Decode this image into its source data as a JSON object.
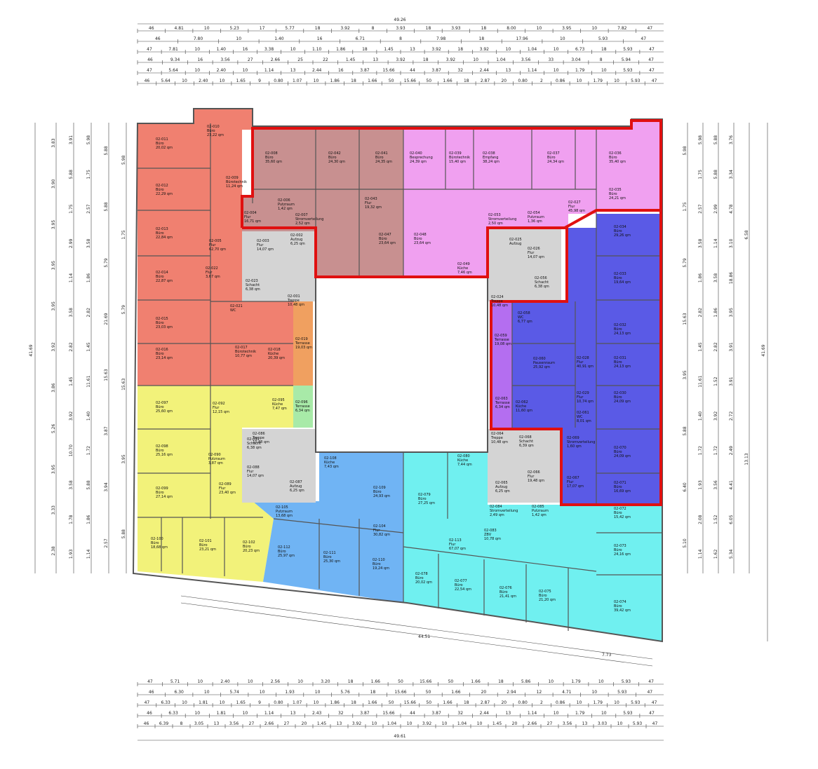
{
  "colors": {
    "salmon": "#f08070",
    "rosebrown": "#c89090",
    "pink": "#f0a0f0",
    "blue": "#5a5ae6",
    "yellow": "#f2f27a",
    "lightblue": "#70b4f4",
    "cyan": "#70f0f0",
    "orange": "#f0a060",
    "green": "#a8eaa8",
    "purple": "#b46ef0",
    "grey": "#d4d4d4",
    "outline": "#e01010"
  },
  "dims": {
    "overall_top": "49.26",
    "overall_bottom": "49.61",
    "overall_left": "41.69",
    "overall_right": "41.69",
    "bottom_diag_1": "44.51",
    "bottom_diag_2": "7.73",
    "top_rows": [
      [
        "46",
        "4.81",
        "10",
        "5.23",
        "17",
        "5.77",
        "18",
        "3.92",
        "8",
        "3.93",
        "18",
        "3.93",
        "18",
        "8.00",
        "10",
        "3.95",
        "10",
        "7.82",
        "47"
      ],
      [
        "46",
        "7.80",
        "10",
        "1.40",
        "16",
        "6.71",
        "8",
        "7.98",
        "18",
        "17.96",
        "10",
        "5.93",
        "47"
      ],
      [
        "47",
        "7.81",
        "10",
        "1.40",
        "16",
        "3.38",
        "10",
        "1.10",
        "1.86",
        "18",
        "1.45",
        "13",
        "3.92",
        "18",
        "3.92",
        "10",
        "1.04",
        "10",
        "6.73",
        "18",
        "5.93",
        "47"
      ],
      [
        "46",
        "9.34",
        "16",
        "3.56",
        "27",
        "2.66",
        "25",
        "22",
        "1.45",
        "13",
        "3.92",
        "18",
        "3.92",
        "10",
        "1.04",
        "3.56",
        "33",
        "3.04",
        "8",
        "5.94",
        "47"
      ],
      [
        "47",
        "5.64",
        "10",
        "2.40",
        "10",
        "1.14",
        "13",
        "2.44",
        "16",
        "3.87",
        "15.66",
        "44",
        "3.87",
        "32",
        "2.44",
        "13",
        "1.14",
        "10",
        "1.79",
        "10",
        "5.93",
        "47"
      ],
      [
        "46",
        "5.64",
        "10",
        "2.40",
        "10",
        "1.65",
        "9",
        "0.80",
        "1.07",
        "10",
        "1.86",
        "18",
        "1.66",
        "50",
        "15.66",
        "50",
        "1.66",
        "18",
        "2.87",
        "20",
        "0.80",
        "2",
        "0.86",
        "10",
        "1.79",
        "10",
        "5.93",
        "47"
      ]
    ],
    "bottom_rows": [
      [
        "47",
        "5.71",
        "10",
        "2.40",
        "10",
        "2.56",
        "10",
        "3.20",
        "18",
        "1.66",
        "50",
        "15.66",
        "50",
        "1.66",
        "18",
        "5.86",
        "10",
        "1.79",
        "10",
        "5.93",
        "47"
      ],
      [
        "46",
        "6.30",
        "10",
        "5.74",
        "10",
        "1.93",
        "10",
        "5.76",
        "18",
        "15.66",
        "50",
        "1.66",
        "20",
        "2.94",
        "12",
        "4.71",
        "10",
        "5.93",
        "47"
      ],
      [
        "47",
        "6.33",
        "10",
        "1.81",
        "10",
        "1.65",
        "9",
        "0.80",
        "1.07",
        "10",
        "1.86",
        "18",
        "1.66",
        "50",
        "15.66",
        "50",
        "1.66",
        "18",
        "2.87",
        "20",
        "0.80",
        "2",
        "0.86",
        "10",
        "1.79",
        "10",
        "5.93",
        "47"
      ],
      [
        "46",
        "6.33",
        "10",
        "1.81",
        "10",
        "1.14",
        "13",
        "2.43",
        "32",
        "3.87",
        "15.66",
        "44",
        "3.87",
        "32",
        "2.44",
        "13",
        "1.14",
        "10",
        "1.79",
        "10",
        "5.93",
        "47"
      ],
      [
        "46",
        "6.39",
        "8",
        "3.05",
        "13",
        "3.56",
        "27",
        "2.66",
        "27",
        "20",
        "1.45",
        "13",
        "3.92",
        "10",
        "1.04",
        "10",
        "3.92",
        "10",
        "1.04",
        "10",
        "1.45",
        "20",
        "2.66",
        "27",
        "3.56",
        "13",
        "3.03",
        "10",
        "5.93",
        "47"
      ]
    ],
    "left_cols": [
      [
        "3.83",
        "3.90",
        "3.95",
        "3.95",
        "3.95",
        "3.92",
        "3.86",
        "5.26",
        "3.95",
        "3.33",
        "2.38"
      ],
      [
        "3.91",
        "5.88",
        "1.75",
        "2.99",
        "1.14",
        "3.58",
        "2.82",
        "1.45",
        "3.92",
        "10.70",
        "3.58",
        "1.78",
        "1.93"
      ],
      [
        "5.98",
        "1.75",
        "2.57",
        "3.58",
        "1.86",
        "2.82",
        "1.45",
        "11.61",
        "1.40",
        "1.72",
        "5.88",
        "1.86",
        "1.14"
      ],
      [
        "5.88",
        "5.88",
        "5.79",
        "21.69",
        "15.63",
        "3.87",
        "3.94",
        "2.57"
      ],
      [
        "5.98",
        "1.75",
        "5.79",
        "15.63",
        "3.95",
        "5.88"
      ]
    ],
    "right_cols": [
      [
        "5.98",
        "1.75",
        "5.79",
        "15.63",
        "3.95",
        "5.88",
        "6.40",
        "5.10"
      ],
      [
        "5.98",
        "1.75",
        "2.57",
        "3.58",
        "1.86",
        "2.82",
        "1.45",
        "11.61",
        "1.40",
        "1.72",
        "1.93",
        "2.08",
        "1.14"
      ],
      [
        "5.88",
        "5.88",
        "2.99",
        "1.14",
        "3.58",
        "1.86",
        "2.82",
        "1.52",
        "3.92",
        "1.72",
        "3.56",
        "1.52",
        "1.62"
      ],
      [
        "3.76",
        "3.34",
        "4.78",
        "3.10",
        "18.86",
        "3.95",
        "3.91",
        "3.91",
        "2.72",
        "2.49",
        "4.41",
        "6.05",
        "5.34"
      ],
      [
        "6.58",
        "13.13"
      ]
    ]
  },
  "rooms": [
    {
      "id": "02-010",
      "type": "Büro",
      "area": "23,22 qm"
    },
    {
      "id": "02-011",
      "type": "Büro",
      "area": "20,02 qm"
    },
    {
      "id": "02-012",
      "type": "Büro",
      "area": "22,29 qm"
    },
    {
      "id": "02-009",
      "type": "Bürotechnik",
      "area": "11,24 qm"
    },
    {
      "id": "02-013",
      "type": "Büro",
      "area": "22,84 qm"
    },
    {
      "id": "02-005",
      "type": "Flur",
      "area": "62,70 qm"
    },
    {
      "id": "02-014",
      "type": "Büro",
      "area": "22,87 qm"
    },
    {
      "id": "02-022",
      "type": "Flur",
      "area": "3,67 qm"
    },
    {
      "id": "02-015",
      "type": "Büro",
      "area": "23,03 qm"
    },
    {
      "id": "02-016",
      "type": "Büro",
      "area": "23,14 qm"
    },
    {
      "id": "02-017",
      "type": "Bürotechnik",
      "area": "10,77 qm"
    },
    {
      "id": "02-018",
      "type": "Küche",
      "area": "20,39 qm"
    },
    {
      "id": "02-021",
      "type": "WC",
      "area": ""
    },
    {
      "id": "02-004",
      "type": "Flur",
      "area": "16,71 qm"
    },
    {
      "id": "02-006",
      "type": "Putzraum",
      "area": "1,42 qm"
    },
    {
      "id": "02-007",
      "type": "Stromverteilung",
      "area": "2,52 qm"
    },
    {
      "id": "02-008",
      "type": "Büro",
      "area": "35,60 qm"
    },
    {
      "id": "02-042",
      "type": "Büro",
      "area": "24,30 qm"
    },
    {
      "id": "02-041",
      "type": "Büro",
      "area": "24,35 qm"
    },
    {
      "id": "02-043",
      "type": "Flur",
      "area": "19,32 qm"
    },
    {
      "id": "02-047",
      "type": "Büro",
      "area": "23,64 qm"
    },
    {
      "id": "02-040",
      "type": "Besprechung",
      "area": "24,39 qm"
    },
    {
      "id": "02-039",
      "type": "Bürotechnik",
      "area": "15,40 qm"
    },
    {
      "id": "02-038",
      "type": "Empfang",
      "area": "38,24 qm"
    },
    {
      "id": "02-037",
      "type": "Büro",
      "area": "24,34 qm"
    },
    {
      "id": "02-036",
      "type": "Büro",
      "area": "35,40 qm"
    },
    {
      "id": "02-035",
      "type": "Büro",
      "area": "24,21 qm"
    },
    {
      "id": "02-048",
      "type": "Büro",
      "area": "23,64 qm"
    },
    {
      "id": "02-049",
      "type": "Küche",
      "area": "7,46 qm"
    },
    {
      "id": "02-027",
      "type": "Flur",
      "area": "45,98 qm"
    },
    {
      "id": "02-053",
      "type": "Stromverteilung",
      "area": "2,50 qm"
    },
    {
      "id": "02-054",
      "type": "Putzraum",
      "area": "1,36 qm"
    },
    {
      "id": "02-034",
      "type": "Büro",
      "area": "29,26 qm"
    },
    {
      "id": "02-033",
      "type": "Büro",
      "area": "19,64 qm"
    },
    {
      "id": "02-032",
      "type": "Büro",
      "area": "24,13 qm"
    },
    {
      "id": "02-031",
      "type": "Büro",
      "area": "24,13 qm"
    },
    {
      "id": "02-030",
      "type": "Büro",
      "area": "24,09 qm"
    },
    {
      "id": "02-028",
      "type": "Flur",
      "area": "40,91 qm"
    },
    {
      "id": "02-060",
      "type": "Pausenraum",
      "area": "25,92 qm"
    },
    {
      "id": "02-029",
      "type": "Flur",
      "area": "10,74 qm"
    },
    {
      "id": "02-062",
      "type": "Küche",
      "area": "11,60 qm"
    },
    {
      "id": "02-061",
      "type": "WC",
      "area": "8,01 qm"
    },
    {
      "id": "02-059",
      "type": "Terrasse",
      "area": "19,08 qm"
    },
    {
      "id": "02-063",
      "type": "Terrasse",
      "area": "6,34 qm"
    },
    {
      "id": "02-058",
      "type": "WC",
      "area": "6,77 qm"
    },
    {
      "id": "02-026",
      "type": "Flur",
      "area": "14,07 qm"
    },
    {
      "id": "02-056",
      "type": "Schacht",
      "area": "6,38 qm"
    },
    {
      "id": "02-025",
      "type": "Aufzug",
      "area": ""
    },
    {
      "id": "02-003",
      "type": "Flur",
      "area": "14,07 qm"
    },
    {
      "id": "02-002",
      "type": "Aufzug",
      "area": "6,25 qm"
    },
    {
      "id": "02-023",
      "type": "Schacht",
      "area": "6,38 qm"
    },
    {
      "id": "02-019",
      "type": "Terrasse",
      "area": "19,03 qm"
    },
    {
      "id": "02-097",
      "type": "Büro",
      "area": "25,60 qm"
    },
    {
      "id": "02-092",
      "type": "Flur",
      "area": "12,15 qm"
    },
    {
      "id": "02-095",
      "type": "Küche",
      "area": "7,47 qm"
    },
    {
      "id": "02-096",
      "type": "Terrasse",
      "area": "6,34 qm"
    },
    {
      "id": "02-098",
      "type": "Büro",
      "area": "25,16 qm"
    },
    {
      "id": "02-090",
      "type": "Putzraum",
      "area": "3,87 qm"
    },
    {
      "id": "02-091",
      "type": "Schacht",
      "area": "6,38 qm"
    },
    {
      "id": "02-099",
      "type": "Büro",
      "area": "27,14 qm"
    },
    {
      "id": "02-089",
      "type": "Flur",
      "area": "23,40 qm"
    },
    {
      "id": "02-088",
      "type": "Flur",
      "area": "14,07 qm"
    },
    {
      "id": "02-087",
      "type": "Aufzug",
      "area": "6,25 qm"
    },
    {
      "id": "02-100",
      "type": "Büro",
      "area": "18,68 qm"
    },
    {
      "id": "02-101",
      "type": "Büro",
      "area": "23,21 qm"
    },
    {
      "id": "02-102",
      "type": "Büro",
      "area": "20,23 qm"
    },
    {
      "id": "02-112",
      "type": "Büro",
      "area": "25,97 qm"
    },
    {
      "id": "02-111",
      "type": "Büro",
      "area": "25,30 qm"
    },
    {
      "id": "02-110",
      "type": "Büro",
      "area": "19,24 qm"
    },
    {
      "id": "02-109",
      "type": "Büro",
      "area": "24,93 qm"
    },
    {
      "id": "02-104",
      "type": "Flur",
      "area": "30,82 qm"
    },
    {
      "id": "02-105",
      "type": "Putzraum",
      "area": "13,68 qm"
    },
    {
      "id": "02-108",
      "type": "Küche",
      "area": "7,43 qm"
    },
    {
      "id": "02-079",
      "type": "Büro",
      "area": "27,25 qm"
    },
    {
      "id": "02-080",
      "type": "Küche",
      "area": "7,44 qm"
    },
    {
      "id": "02-078",
      "type": "Büro",
      "area": "20,02 qm"
    },
    {
      "id": "02-077",
      "type": "Büro",
      "area": "22,54 qm"
    },
    {
      "id": "02-076",
      "type": "Büro",
      "area": "21,41 qm"
    },
    {
      "id": "02-075",
      "type": "Büro",
      "area": "21,20 qm"
    },
    {
      "id": "02-074",
      "type": "Büro",
      "area": "39,42 qm"
    },
    {
      "id": "02-073",
      "type": "Büro",
      "area": "24,16 qm"
    },
    {
      "id": "02-072",
      "type": "Büro",
      "area": "15,42 qm"
    },
    {
      "id": "02-113",
      "type": "Flur",
      "area": "67,07 qm"
    },
    {
      "id": "02-083",
      "type": "ZBV",
      "area": "10,78 qm"
    },
    {
      "id": "02-084",
      "type": "Stromverteilung",
      "area": "2,49 qm"
    },
    {
      "id": "02-085",
      "type": "Putzraum",
      "area": "1,42 qm"
    },
    {
      "id": "02-065",
      "type": "Aufzug",
      "area": "6,25 qm"
    },
    {
      "id": "02-066",
      "type": "Flur",
      "area": "19,48 qm"
    },
    {
      "id": "02-068",
      "type": "Schacht",
      "area": "6,39 qm"
    },
    {
      "id": "02-067",
      "type": "Flur",
      "area": "17,07 qm"
    },
    {
      "id": "02-071",
      "type": "Büro",
      "area": "16,69 qm"
    },
    {
      "id": "02-070",
      "type": "Büro",
      "area": "24,09 qm"
    },
    {
      "id": "02-069",
      "type": "Stromverteilung",
      "area": "1,60 qm"
    },
    {
      "id": "02-064",
      "type": "Treppe",
      "area": "10,48 qm"
    },
    {
      "id": "02-024",
      "type": "Treppe",
      "area": "10,48 qm"
    },
    {
      "id": "02-086",
      "type": "Treppe",
      "area": "10,48 qm"
    },
    {
      "id": "02-001",
      "type": "Treppe",
      "area": "10,48 qm"
    }
  ]
}
